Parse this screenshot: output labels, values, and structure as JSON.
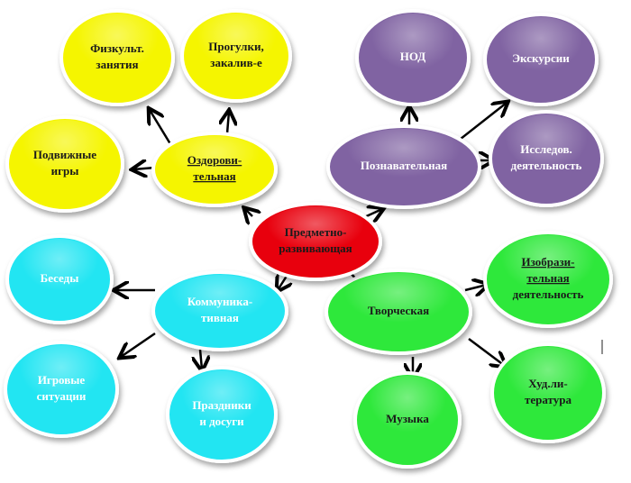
{
  "center": {
    "lines": [
      "Предметно-",
      "развивающая"
    ],
    "color": "#e8000d"
  },
  "branches": [
    {
      "id": "health",
      "lines": [
        "Оздорови-",
        "тельная"
      ],
      "color": "#f5f500",
      "children": [
        {
          "id": "sport-classes",
          "lines": [
            "Физкульт.",
            "занятия"
          ]
        },
        {
          "id": "walks",
          "lines": [
            "Прогулки,",
            "закалив-е"
          ]
        },
        {
          "id": "outdoor-games",
          "lines": [
            "Подвижные",
            "игры"
          ]
        }
      ]
    },
    {
      "id": "cognitive",
      "lines": [
        "Познавательная"
      ],
      "color": "#8064a2",
      "children": [
        {
          "id": "nod",
          "lines": [
            "НОД"
          ]
        },
        {
          "id": "excursions",
          "lines": [
            "Экскурсии"
          ]
        },
        {
          "id": "research",
          "lines": [
            "Исследов.",
            "деятельность"
          ]
        }
      ]
    },
    {
      "id": "communicative",
      "lines": [
        "Коммуника-",
        "тивная"
      ],
      "color": "#22e5f2",
      "children": [
        {
          "id": "talks",
          "lines": [
            "Беседы"
          ]
        },
        {
          "id": "game-situations",
          "lines": [
            "Игровые",
            "ситуации"
          ]
        },
        {
          "id": "holidays",
          "lines": [
            "Праздники",
            "и досуги"
          ]
        }
      ]
    },
    {
      "id": "creative",
      "lines": [
        "Творческая"
      ],
      "color": "#2ee83a",
      "children": [
        {
          "id": "art",
          "lines": [
            "Изобрази-",
            "тельная",
            "деятельность"
          ]
        },
        {
          "id": "music",
          "lines": [
            "Музыка"
          ]
        },
        {
          "id": "literature",
          "lines": [
            "Худ.ли-",
            "тература"
          ]
        }
      ]
    }
  ]
}
